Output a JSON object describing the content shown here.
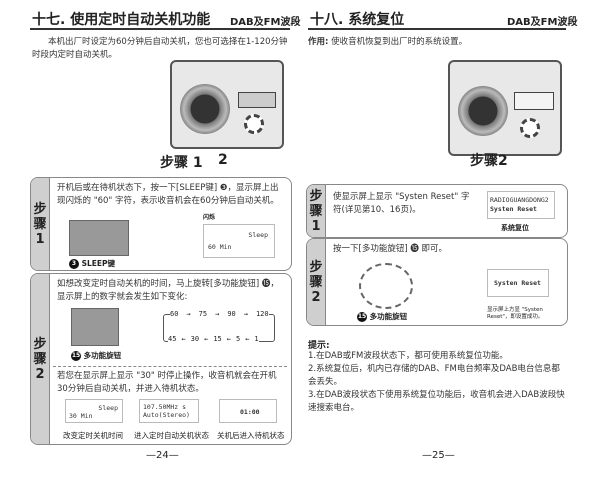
{
  "left": {
    "title": "十七. 使用定时自动关机功能",
    "band": "DAB及FM波段",
    "intro": "本机出厂时设定为60分钟后自动关机，您也可选择在1-120分钟时段内定时自动关机。",
    "figure_label_step": "步骤 1",
    "figure_label_2": "2",
    "step1": {
      "tab": [
        "步",
        "骤",
        "1"
      ],
      "text": "开机后或在待机状态下，按一下[SLEEP键] ❸，显示屏上出现闪烁的 \"60\" 字符，表示收音机会在60分钟后自动关机。",
      "flash_label": "闪烁",
      "lcd_line1": "Sleep",
      "lcd_line2": "60 Min",
      "button_num": "3",
      "button_caption": "SLEEP键"
    },
    "step2": {
      "tab": [
        "步",
        "骤",
        "2"
      ],
      "text": "如想改变定时自动关机的时间，马上旋转[多功能旋钮] ⓯，显示屏上的数字就会发生如下变化:",
      "knob_num": "15",
      "knob_caption": "多功能旋钮",
      "cycle_top": [
        "60",
        "75",
        "90",
        "120"
      ],
      "cycle_bottom": [
        "45",
        "30",
        "15",
        "5",
        "1"
      ],
      "text2": "若您在显示屏上显示 \"30\" 时停止操作，收音机就会在开机30分钟后自动关机，并进入待机状态。",
      "screens": [
        {
          "line1": "Sleep",
          "line2": "30 Min",
          "caption": "改变定时关机时间"
        },
        {
          "line1": "107.50MHz   s",
          "line2": "Auto(Stereo)",
          "caption": "进入定时自动关机状态"
        },
        {
          "line1": "",
          "line2": "01:00",
          "caption": "关机后进入待机状态"
        }
      ]
    },
    "page": "—24—"
  },
  "right": {
    "title": "十八. 系统复位",
    "band": "DAB及FM波段",
    "purpose_label": "作用:",
    "purpose": "使收音机恢复到出厂时的系统设置。",
    "figure_label": "步骤2",
    "step1": {
      "tab": [
        "步",
        "骤",
        "1"
      ],
      "text": "使显示屏上显示 \"Systen Reset\" 字符(详见第10、16页)。",
      "lcd_line1": "RADIOGUANGDONG2",
      "lcd_line2": "Systen Reset",
      "caption": "系统复位"
    },
    "step2": {
      "tab": [
        "步",
        "骤",
        "2"
      ],
      "text": "按一下[多功能旋钮] ⓯ 即可。",
      "knob_num": "15",
      "knob_caption": "多功能旋钮",
      "lcd_line": "Systen Reset",
      "note": "显示屏上方显 \"Systen Reset\"，即设置成功。"
    },
    "tips_title": "提示:",
    "tips": [
      "1.在DAB或FM波段状态下，都可使用系统复位功能。",
      "2.系统复位后，机内已存储的DAB、FM电台频率及DAB电台信息都会丢失。",
      "3.在DAB波段状态下使用系统复位功能后，收音机会进入DAB波段快速搜索电台。"
    ],
    "page": "—25—"
  }
}
